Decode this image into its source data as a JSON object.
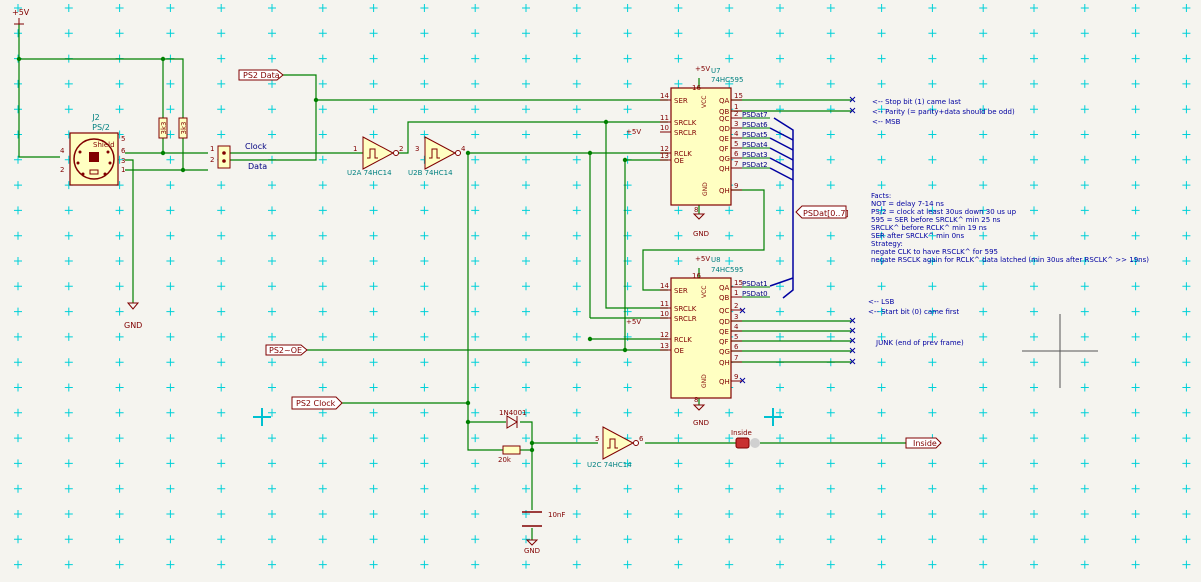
{
  "power": {
    "vcc_label": "+5V",
    "gnd_label": "GND"
  },
  "connector": {
    "ref": "J2",
    "value": "PS/2",
    "shield": "Shield",
    "pins": [
      "5",
      "4",
      "6",
      "2",
      "3",
      "1"
    ]
  },
  "resistors": {
    "pullup_a": "3k3",
    "pullup_b": "3k3",
    "filter": "20k"
  },
  "header": {
    "pin1": "1",
    "pin2": "2",
    "clock_label": "Clock",
    "data_label": "Data"
  },
  "net_labels": {
    "ps2_data": "PS2 Data",
    "ps2_oe": "PS2~OE",
    "ps2_clock": "PS2 Clock",
    "psdat_bus": "PSDat[0..7]",
    "inside": "Inside"
  },
  "inverters": {
    "u2a": {
      "ref": "U2A 74HC14",
      "in_pin": "1",
      "out_pin": "2"
    },
    "u2b": {
      "ref": "U2B 74HC14",
      "in_pin": "3",
      "out_pin": "4"
    },
    "u2c": {
      "ref": "U2C 74HC14",
      "in_pin": "5",
      "out_pin": "6"
    }
  },
  "u7": {
    "ref": "U7",
    "value": "74HC595",
    "vcc_label": "+5V",
    "vcc_pin": "16",
    "left_pins": [
      {
        "num": "14",
        "name": "SER"
      },
      {
        "num": "11",
        "name": "SRCLK"
      },
      {
        "num": "10",
        "name": "SRCLR"
      },
      {
        "num": "12",
        "name": "RCLK"
      },
      {
        "num": "13",
        "name": "OE"
      }
    ],
    "right_pins": [
      {
        "num": "15",
        "name": "QA"
      },
      {
        "num": "1",
        "name": "QB"
      },
      {
        "num": "2",
        "name": "QC",
        "net": "PSDat7"
      },
      {
        "num": "3",
        "name": "QD",
        "net": "PSDat6"
      },
      {
        "num": "4",
        "name": "QE",
        "net": "PSDat5"
      },
      {
        "num": "5",
        "name": "QF",
        "net": "PSDat4"
      },
      {
        "num": "6",
        "name": "QG",
        "net": "PSDat3"
      },
      {
        "num": "7",
        "name": "QH",
        "net": "PSDat2"
      },
      {
        "num": "9",
        "name": "QH'"
      }
    ],
    "vcc_name": "VCC",
    "gnd_name": "GND",
    "gnd_pin": "8",
    "gnd_label": "GND",
    "srclr_supply": "+5V"
  },
  "u8": {
    "ref": "U8",
    "value": "74HC595",
    "vcc_label": "+5V",
    "vcc_pin": "16",
    "left_pins": [
      {
        "num": "14",
        "name": "SER"
      },
      {
        "num": "11",
        "name": "SRCLK"
      },
      {
        "num": "10",
        "name": "SRCLR"
      },
      {
        "num": "12",
        "name": "RCLK"
      },
      {
        "num": "13",
        "name": "OE"
      }
    ],
    "right_pins": [
      {
        "num": "15",
        "name": "QA",
        "net": "PSDat1"
      },
      {
        "num": "1",
        "name": "QB",
        "net": "PSDat0"
      },
      {
        "num": "2",
        "name": "QC"
      },
      {
        "num": "3",
        "name": "QD"
      },
      {
        "num": "4",
        "name": "QE"
      },
      {
        "num": "5",
        "name": "QF"
      },
      {
        "num": "6",
        "name": "QG"
      },
      {
        "num": "7",
        "name": "QH"
      },
      {
        "num": "9",
        "name": "QH'"
      }
    ],
    "vcc_name": "VCC",
    "gnd_name": "GND",
    "gnd_pin": "8",
    "gnd_label": "GND",
    "srclr_supply": "+5V"
  },
  "notes_top": [
    "<-- Stop bit (1)  came last",
    "<-- Parity (= parity+data should be odd)",
    "<-- MSB"
  ],
  "facts": [
    "Facts:",
    "NOT = delay 7-14 ns",
    "PS/2 = clock at least 30us down 30 us up",
    "595 = SER before SRCLK^ min 25 ns",
    "          SRCLK^ before RCLK^ min 19 ns",
    "          SER after SRCLK^ min 0ns",
    "Strategy:",
    "negate CLK to have RSCLK^ for 595",
    "negate RSCLK again for RCLK^ data latched (min 30us after RSCLK^ >> 19ns)"
  ],
  "notes_bottom": [
    "<-- LSB",
    "<-- Start bit (0)  came first"
  ],
  "junk_note": "JUNK (end of prev frame)",
  "diode": "1N4001",
  "capacitor": "10nF",
  "led": "Inside"
}
